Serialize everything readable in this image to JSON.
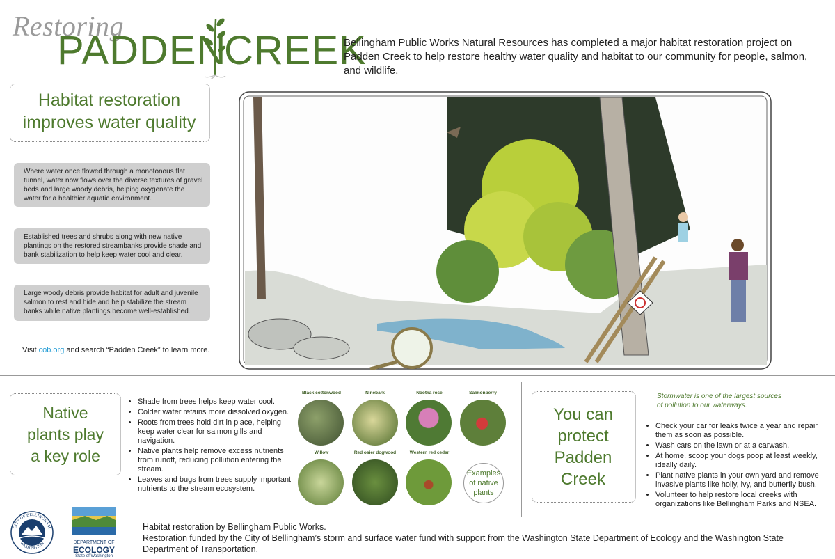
{
  "header": {
    "restoring": "Restoring",
    "padden": "PADDEN",
    "creek": "CREEK",
    "intro": "Bellingham Public Works Natural Resources has completed a major habitat restoration project on Padden Creek to help restore healthy water quality and habitat to our community for people, salmon, and wildlife."
  },
  "habitat": {
    "title_line1": "Habitat restoration",
    "title_line2": "improves water quality",
    "p1": "Where water once flowed through a monotonous flat tunnel, water now flows over the diverse textures of gravel beds and large woody debris, helping oxygenate the water for a healthier aquatic environment.",
    "p2": "Established trees and shrubs along with new native plantings on the restored streambanks provide shade and bank stabilization to help keep water cool and clear.",
    "p3": "Large woody debris provide habitat for adult and juvenile salmon to rest and hide and help stabilize the stream banks while native plantings become well-established.",
    "visit_prefix": "Visit ",
    "visit_link": "cob.org",
    "visit_suffix": " and search “Padden Creek” to learn more."
  },
  "native": {
    "title_line1": "Native",
    "title_line2": "plants play",
    "title_line3": "a key role",
    "bullets": [
      "Shade from trees helps keep water cool.",
      "Colder water retains more dissolved oxygen.",
      "Roots from trees hold dirt in place, helping keep water clear for salmon gills and navigation.",
      "Native plants help remove excess nutrients from runoff, reducing pollution entering the stream.",
      "Leaves and bugs from trees supply important nutrients to the stream ecosystem."
    ],
    "plants": [
      "Black cottonwood",
      "Ninebark",
      "Nootka rose",
      "Salmonberry",
      "Willow",
      "Red osier dogwood",
      "Western red cedar"
    ],
    "examples_line1": "Examples",
    "examples_line2": "of native",
    "examples_line3": "plants"
  },
  "protect": {
    "title_line1": "You can",
    "title_line2": "protect",
    "title_line3": "Padden",
    "title_line4": "Creek",
    "storm_line1": "Stormwater is one of the largest sources",
    "storm_line2": "of pollution to our waterways.",
    "bullets": [
      "Check your car for leaks twice a year and repair them as soon as possible.",
      "Wash cars on the lawn or at a carwash.",
      "At home, scoop your dogs poop at least weekly, ideally daily.",
      "Plant native plants in your own yard and remove invasive plants like holly, ivy, and butterfly bush.",
      "Volunteer to help restore local creeks with organizations like Bellingham Parks and NSEA."
    ]
  },
  "credits": {
    "line1": "Habitat restoration by Bellingham Public Works.",
    "line2": "Restoration funded by the City of Bellingham’s storm and surface water fund with support from the Washington State Department of Ecology and the Washington State Department of Transportation."
  },
  "logos": {
    "bellingham_top": "CITY OF BELLINGHAM",
    "bellingham_bottom": "WASHINGTON",
    "ecology_line1": "DEPARTMENT OF",
    "ecology_line2": "ECOLOGY",
    "ecology_line3": "State of Washington"
  },
  "colors": {
    "accent_green": "#4e7a2e",
    "link_blue": "#2a9fd6",
    "panel_gray": "#cfcfcf"
  }
}
